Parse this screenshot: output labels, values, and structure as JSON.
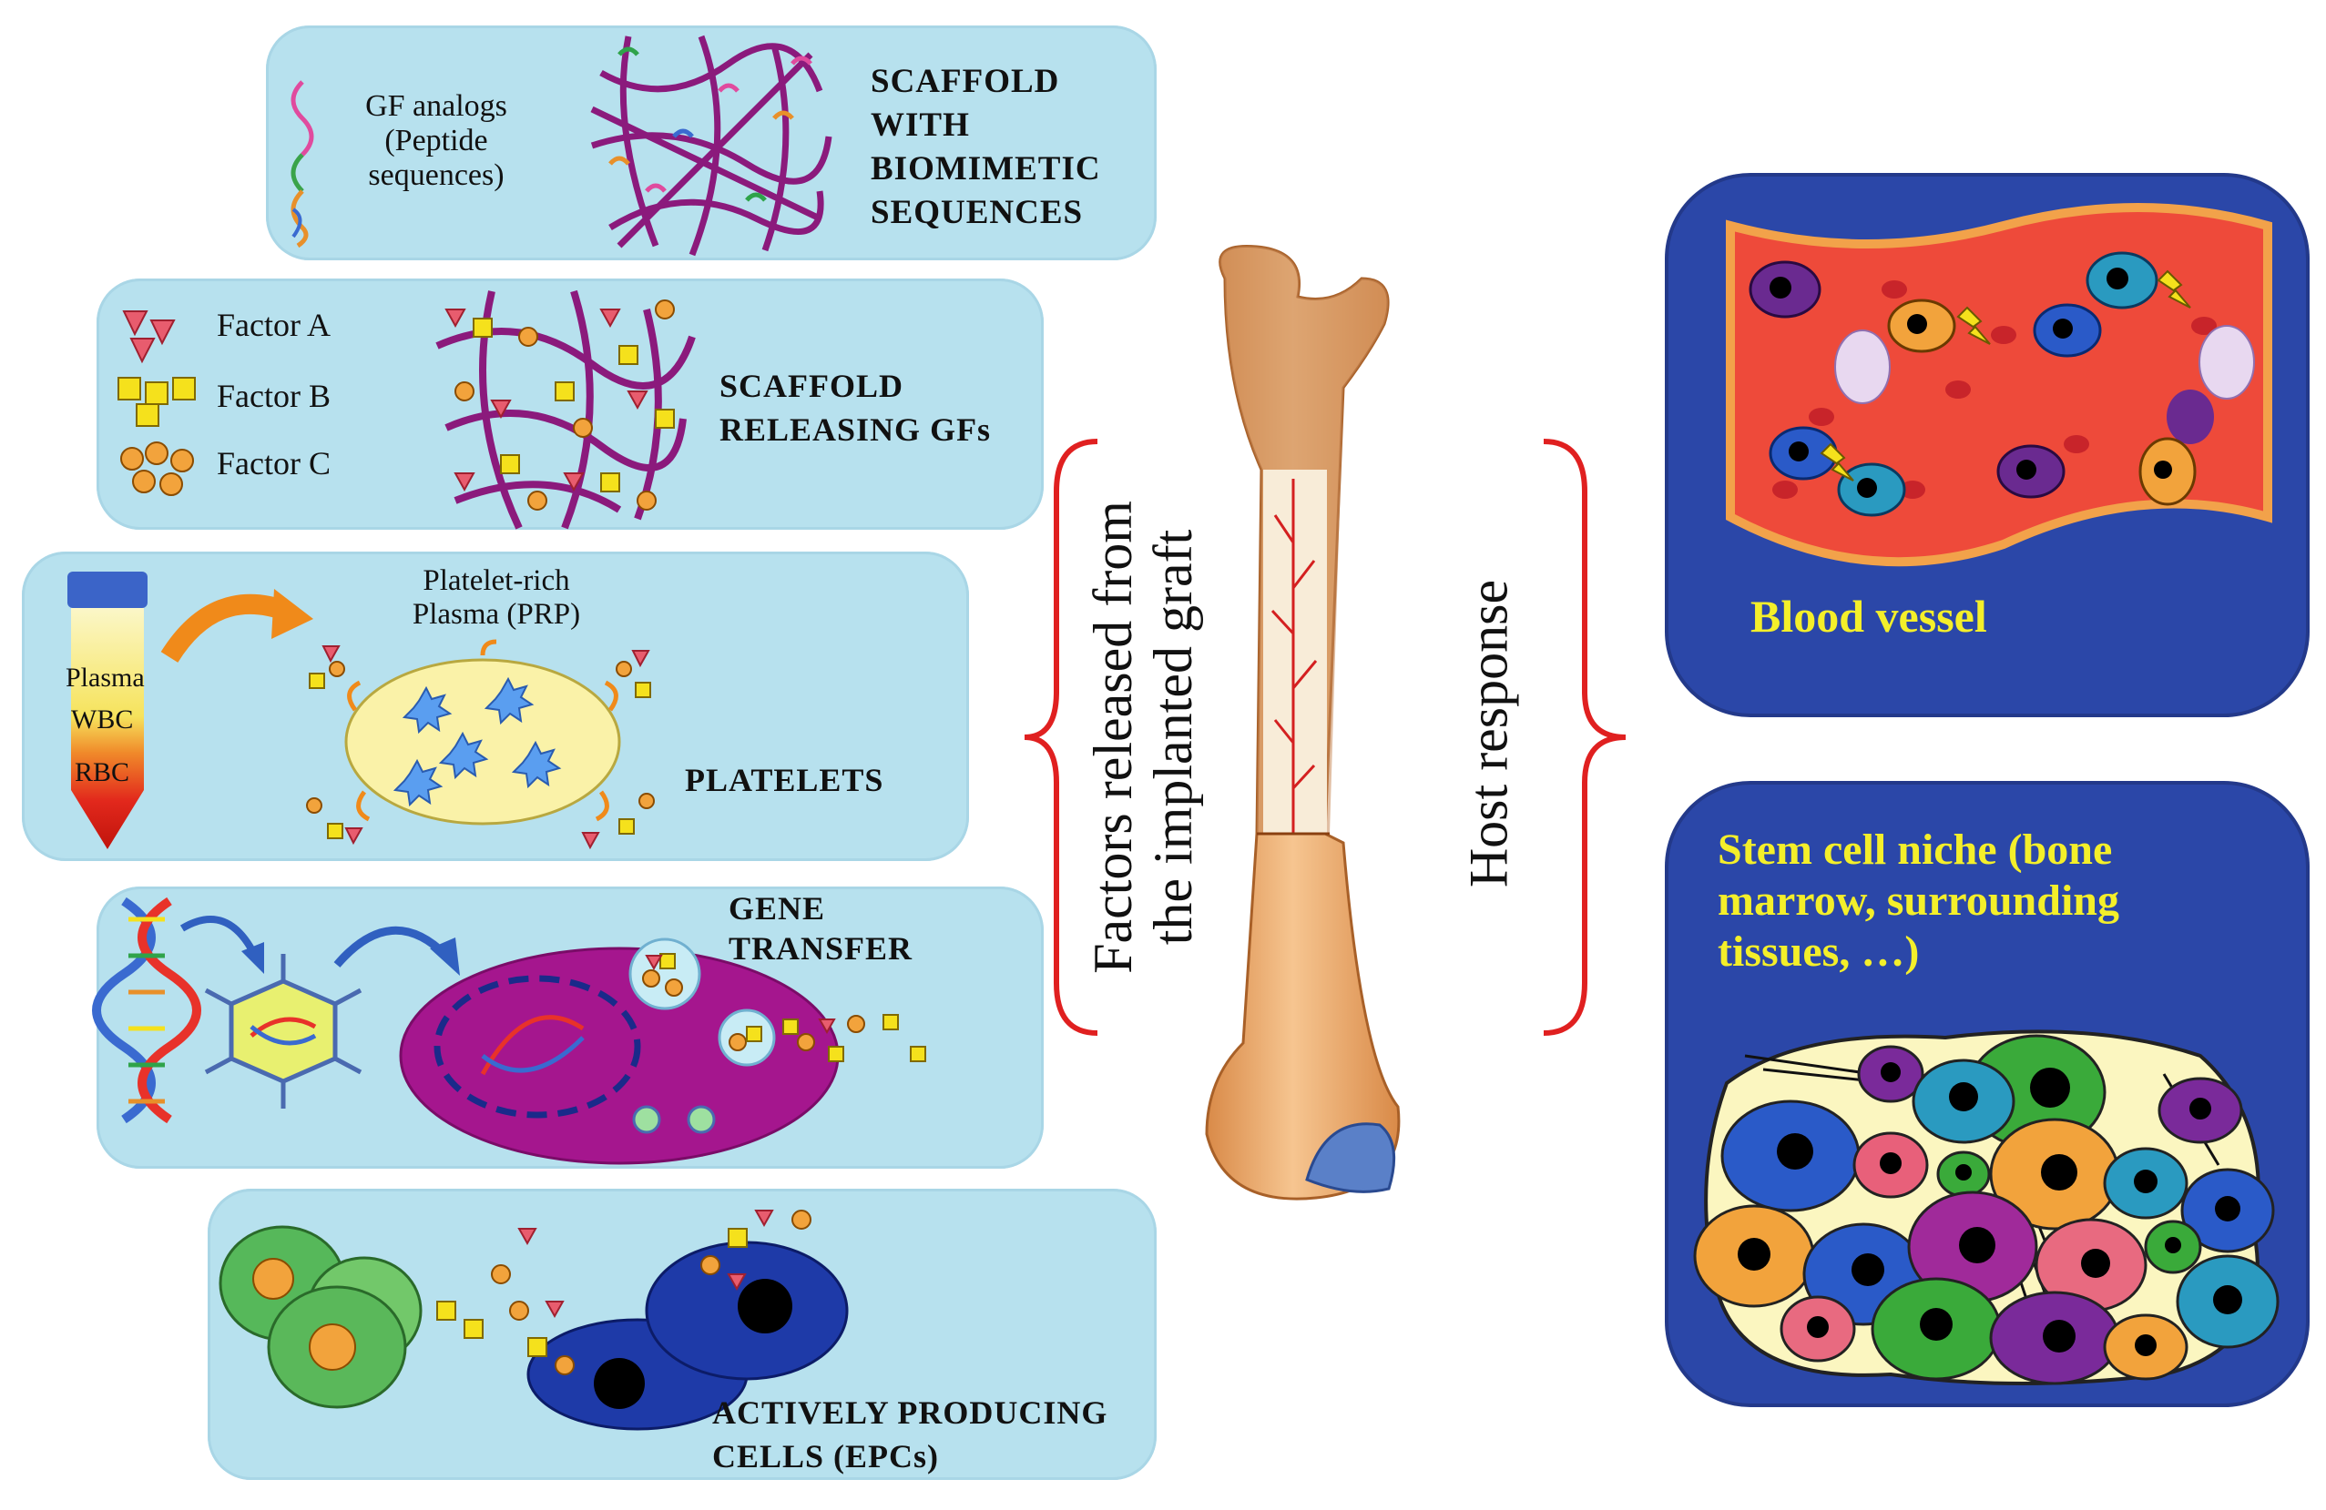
{
  "panels": {
    "p1": {
      "gf_line1": "GF analogs",
      "gf_line2": "(Peptide",
      "gf_line3": "sequences)",
      "title_line1": "SCAFFOLD",
      "title_line2": "WITH",
      "title_line3": "BIOMIMETIC",
      "title_line4": "SEQUENCES"
    },
    "p2": {
      "factor_a": "Factor A",
      "factor_b": "Factor B",
      "factor_c": "Factor C",
      "title_line1": "SCAFFOLD",
      "title_line2": "RELEASING GFs"
    },
    "p3": {
      "prp_line1": "Platelet-rich",
      "prp_line2": "Plasma (PRP)",
      "plasma": "Plasma",
      "wbc": "WBC",
      "rbc": "RBC",
      "title": "PLATELETS"
    },
    "p4": {
      "title_line1": "GENE",
      "title_line2": "TRANSFER"
    },
    "p5": {
      "title_line1": "ACTIVELY PRODUCING",
      "title_line2": "CELLS  (EPCs)"
    }
  },
  "center": {
    "left_line1": "Factors released from",
    "left_line2": "the implanted graft",
    "right": "Host response"
  },
  "right": {
    "vessel": "Blood vessel",
    "niche_line1": "Stem cell niche (bone",
    "niche_line2": "marrow, surrounding",
    "niche_line3": "tissues, …)"
  },
  "colors": {
    "panel": "#b7e1ee",
    "blue_panel": "#2b47a8",
    "yellow_text": "#f4ef2a",
    "brace": "#e02020",
    "bone": "#e8a868"
  }
}
